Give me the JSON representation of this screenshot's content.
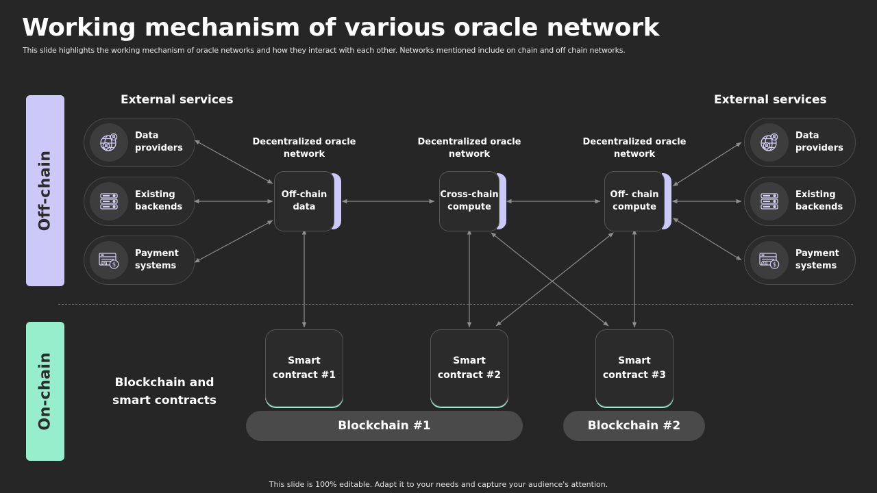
{
  "header": {
    "title": "Working mechanism of various oracle network",
    "subtitle": "This slide highlights the working mechanism of oracle networks and how they interact with each other. Networks mentioned include on chain and off chain networks."
  },
  "bands": {
    "offchain_label": "Off-chain",
    "onchain_label": "On-chain",
    "offchain_color": "#ccc8f7",
    "onchain_color": "#97eecd"
  },
  "external_services": {
    "heading_left": "External services",
    "heading_right": "External services",
    "items": [
      {
        "label": "Data providers",
        "icon": "globe-users-icon"
      },
      {
        "label": "Existing backends",
        "icon": "server-rack-icon"
      },
      {
        "label": "Payment systems",
        "icon": "payment-card-icon"
      }
    ],
    "items_right": [
      {
        "label": "Data providers",
        "icon": "globe-users-icon"
      },
      {
        "label": "Existing backends",
        "icon": "server-rack-icon"
      },
      {
        "label": "Payment systems",
        "icon": "payment-card-icon"
      }
    ]
  },
  "oracle_nodes": [
    {
      "caption": "Decentralized oracle network",
      "label": "Off-chain data"
    },
    {
      "caption": "Decentralized oracle network",
      "label": "Cross-chain compute"
    },
    {
      "caption": "Decentralized oracle network",
      "label": "Off- chain compute"
    }
  ],
  "onchain": {
    "caption": "Blockchain and smart contracts",
    "contracts": [
      {
        "label": "Smart contract #1"
      },
      {
        "label": "Smart contract #2"
      },
      {
        "label": "Smart contract #3"
      }
    ],
    "chains": [
      {
        "label": "Blockchain #1"
      },
      {
        "label": "Blockchain #2"
      }
    ]
  },
  "footer": {
    "note": "This slide is 100% editable. Adapt it to your needs and capture your audience's attention."
  }
}
